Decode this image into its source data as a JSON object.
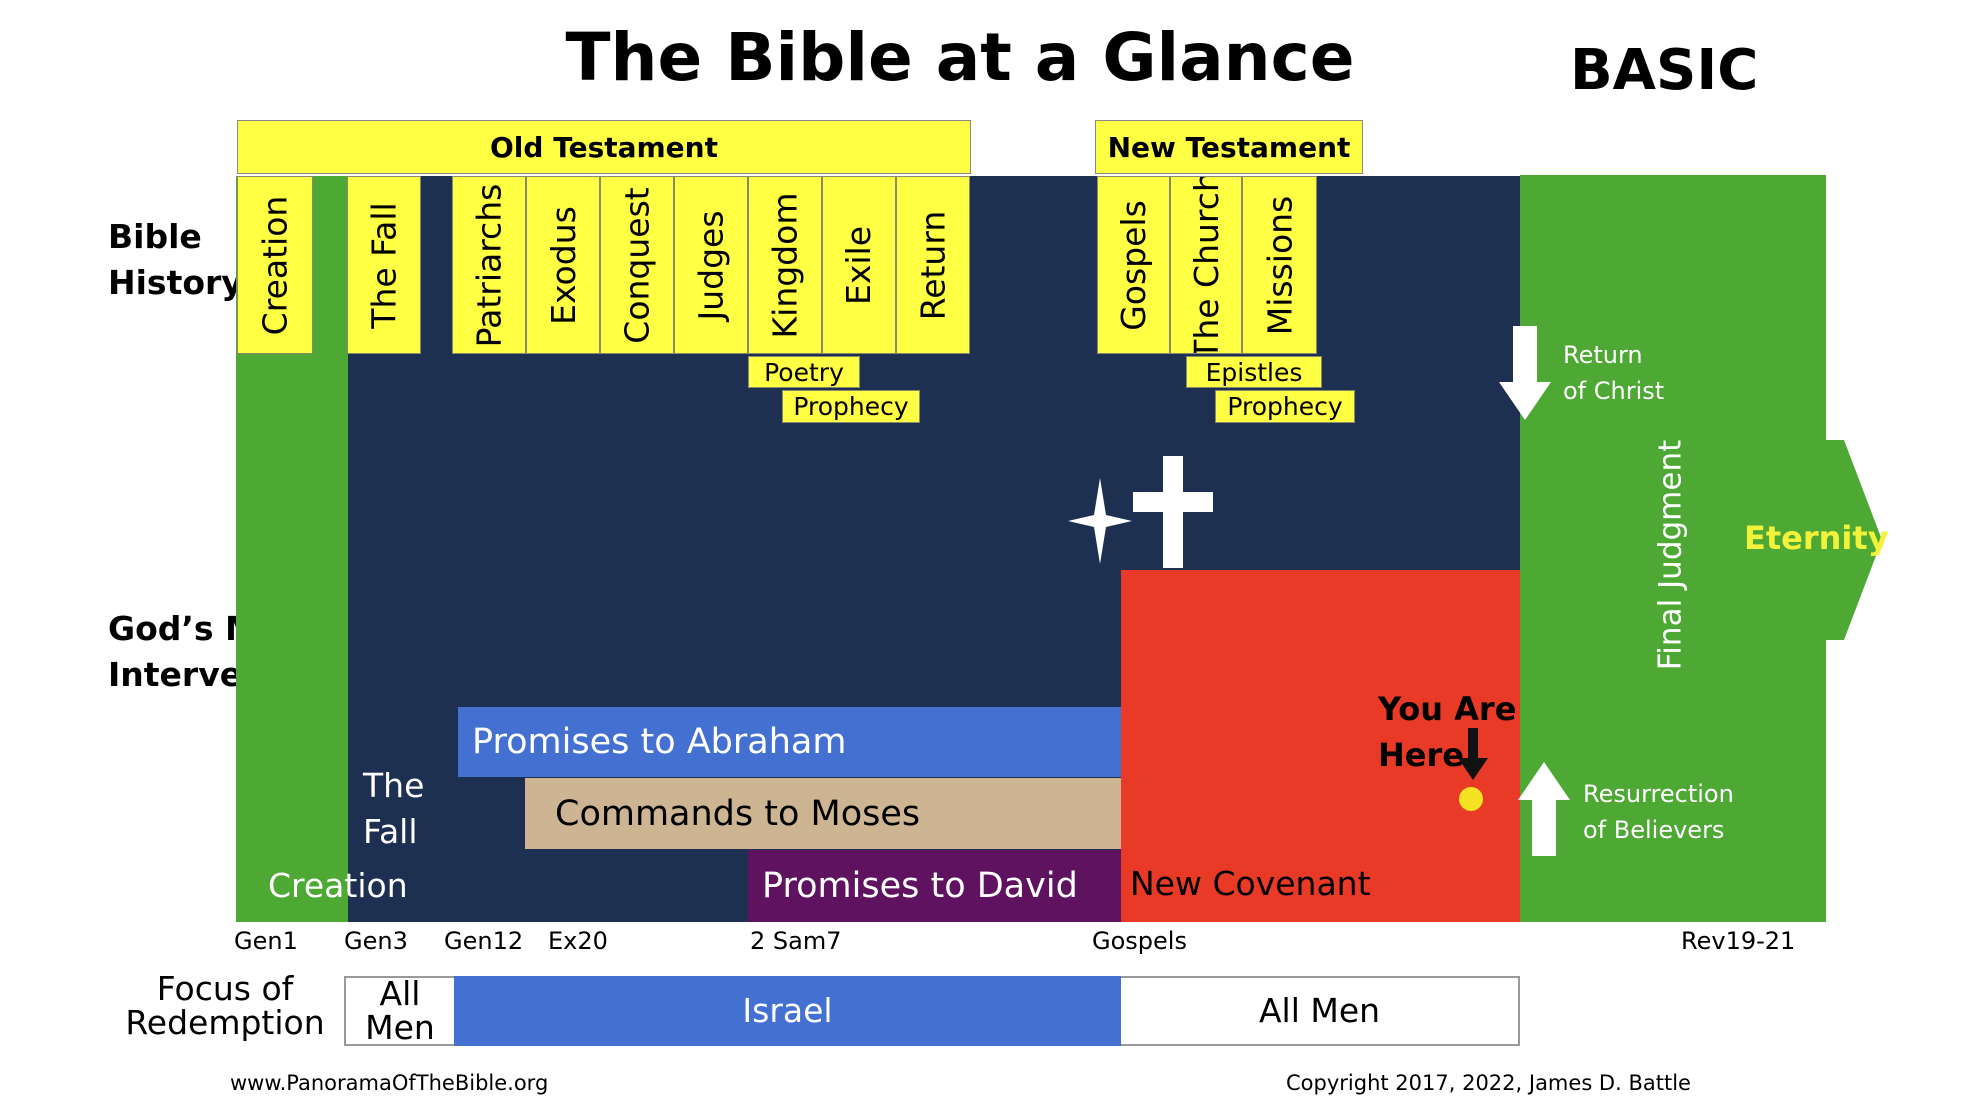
{
  "title": "The Bible at a Glance",
  "level": "BASIC",
  "row_labels": {
    "history_line1": "Bible",
    "history_line2": "History",
    "interventions_line1": "God’s Major",
    "interventions_line2": "Interventions",
    "focus_line1": "Focus  of",
    "focus_line2": "Redemption"
  },
  "testaments": {
    "old": "Old Testament",
    "new": "New Testament"
  },
  "history_periods": [
    "Creation",
    "The Fall",
    "Patriarchs",
    "Exodus",
    "Conquest",
    "Judges",
    "Kingdom",
    "Exile",
    "Return",
    "Gospels",
    "The Church",
    "Missions"
  ],
  "sub_books": {
    "poetry": "Poetry",
    "prophecy_ot": "Prophecy",
    "epistles": "Epistles",
    "prophecy_nt": "Prophecy"
  },
  "interventions": {
    "creation": "Creation",
    "fall_line1": "The",
    "fall_line2": "Fall",
    "abraham": "Promises to Abraham",
    "moses": "Commands to Moses",
    "david": "Promises to David",
    "new_covenant": "New Covenant",
    "you_are_here_line1": "You Are",
    "you_are_here_line2": "Here",
    "return_line1": "Return",
    "return_line2": "of Christ",
    "resurrection_line1": "Resurrection",
    "resurrection_line2": "of Believers",
    "final_judgment": "Final Judgment",
    "eternity": "Eternity"
  },
  "references": [
    "Gen1",
    "Gen3",
    "Gen12",
    "Ex20",
    "2 Sam7",
    "Gospels",
    "Rev19-21"
  ],
  "focus": {
    "all_men_before_line1": "All",
    "all_men_before_line2": "Men",
    "israel": "Israel",
    "all_men_after": "All Men"
  },
  "footer": {
    "website": "www.PanoramaOfTheBible.org",
    "copyright": "Copyright 2017, 2022, James D. Battle"
  },
  "colors": {
    "green": "#4ea834",
    "navy": "#1e3052",
    "yellow": "#ffff44",
    "red": "#e83a26",
    "blue": "#4470d2",
    "tan": "#cdb492",
    "purple": "#5e1260",
    "eternity_text": "#f2f23a"
  }
}
